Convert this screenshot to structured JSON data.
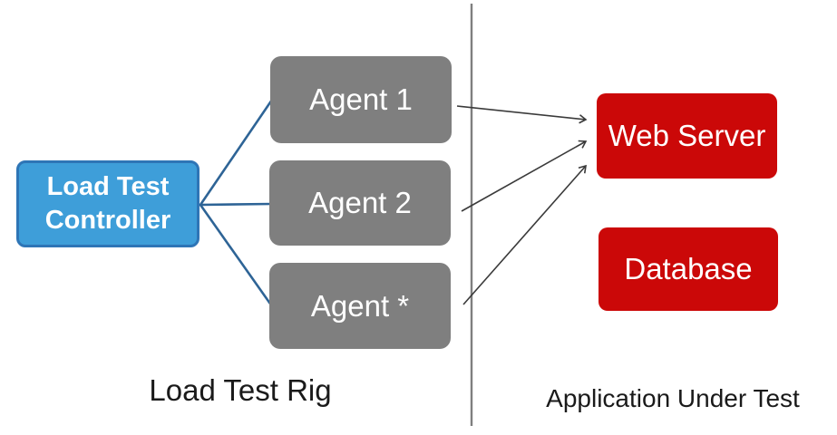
{
  "diagram": {
    "controller": {
      "line1": "Load Test",
      "line2": "Controller"
    },
    "agents": [
      {
        "label": "Agent 1"
      },
      {
        "label": "Agent 2"
      },
      {
        "label": "Agent *"
      }
    ],
    "application": [
      {
        "label": "Web Server"
      },
      {
        "label": "Database"
      }
    ],
    "captions": {
      "left": "Load Test Rig",
      "right": "Application Under Test"
    },
    "colors": {
      "controller_fill": "#3E9ED9",
      "controller_border": "#2E75B6",
      "agent_fill": "#7F7F7F",
      "target_fill": "#CB0808",
      "box_text": "#FFFFFF",
      "connector": "#2E6496",
      "arrow": "#3A3A3A",
      "divider": "#7F7F7F",
      "caption_text": "#1A1A1A"
    }
  }
}
